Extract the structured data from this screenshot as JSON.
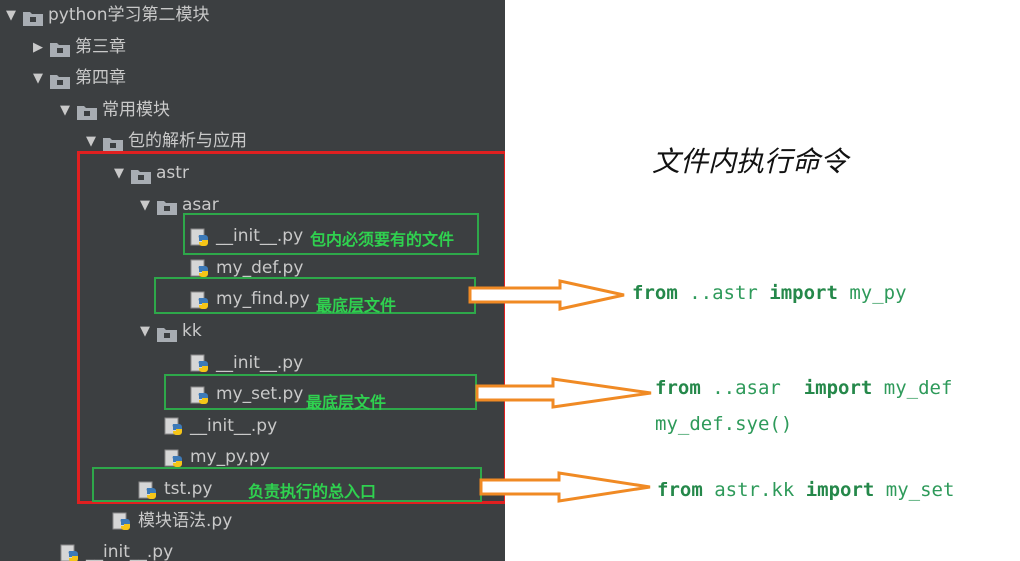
{
  "tree": [
    {
      "label": "python学习第二模块",
      "icon": "folder-icon",
      "arrow": "expanded"
    },
    {
      "label": "第三章",
      "icon": "folder-icon",
      "arrow": "collapsed"
    },
    {
      "label": "第四章",
      "icon": "folder-icon",
      "arrow": "expanded"
    },
    {
      "label": "常用模块",
      "icon": "folder-icon",
      "arrow": "expanded"
    },
    {
      "label": "包的解析与应用",
      "icon": "folder-icon",
      "arrow": "expanded"
    },
    {
      "label": "astr",
      "icon": "folder-icon",
      "arrow": "expanded"
    },
    {
      "label": "asar",
      "icon": "folder-icon",
      "arrow": "expanded"
    },
    {
      "label": "__init__.py",
      "icon": "python-file-icon",
      "arrow": "none"
    },
    {
      "label": "my_def.py",
      "icon": "python-file-icon",
      "arrow": "none"
    },
    {
      "label": "my_find.py",
      "icon": "python-file-icon",
      "arrow": "none"
    },
    {
      "label": "kk",
      "icon": "folder-icon",
      "arrow": "expanded"
    },
    {
      "label": "__init__.py",
      "icon": "python-file-icon",
      "arrow": "none"
    },
    {
      "label": "my_set.py",
      "icon": "python-file-icon",
      "arrow": "none"
    },
    {
      "label": "__init__.py",
      "icon": "python-file-icon",
      "arrow": "none"
    },
    {
      "label": "my_py.py",
      "icon": "python-file-icon",
      "arrow": "none"
    },
    {
      "label": "tst.py",
      "icon": "python-file-icon",
      "arrow": "none"
    },
    {
      "label": "模块语法.py",
      "icon": "python-file-icon",
      "arrow": "none"
    },
    {
      "label": "__init__.py",
      "icon": "python-file-icon",
      "arrow": "none"
    }
  ],
  "annotations": {
    "init_note": "包内必须要有的文件",
    "find_note": "最底层文件",
    "set_note": "最底层文件",
    "tst_note": "负责执行的总入口"
  },
  "title": "文件内执行命令",
  "code": {
    "line1": {
      "kw1": "from",
      "mod": " ..astr ",
      "kw2": "import",
      "name": " my_py"
    },
    "line2": {
      "kw1": "from",
      "mod": " ..asar  ",
      "kw2": "import",
      "name": " my_def"
    },
    "line3": "my_def.sye()",
    "line4": {
      "kw1": "from",
      "mod": " astr.kk ",
      "kw2": "import",
      "name": " my_set"
    }
  },
  "colors": {
    "panel_bg": "#3c3f41",
    "tree_text": "#c9c9c9",
    "green_box": "#2ea84a",
    "annotation_green": "#2fd14f",
    "red_box": "#e02020",
    "arrow_orange": "#f08a24",
    "code_green": "#2e9a5a"
  }
}
